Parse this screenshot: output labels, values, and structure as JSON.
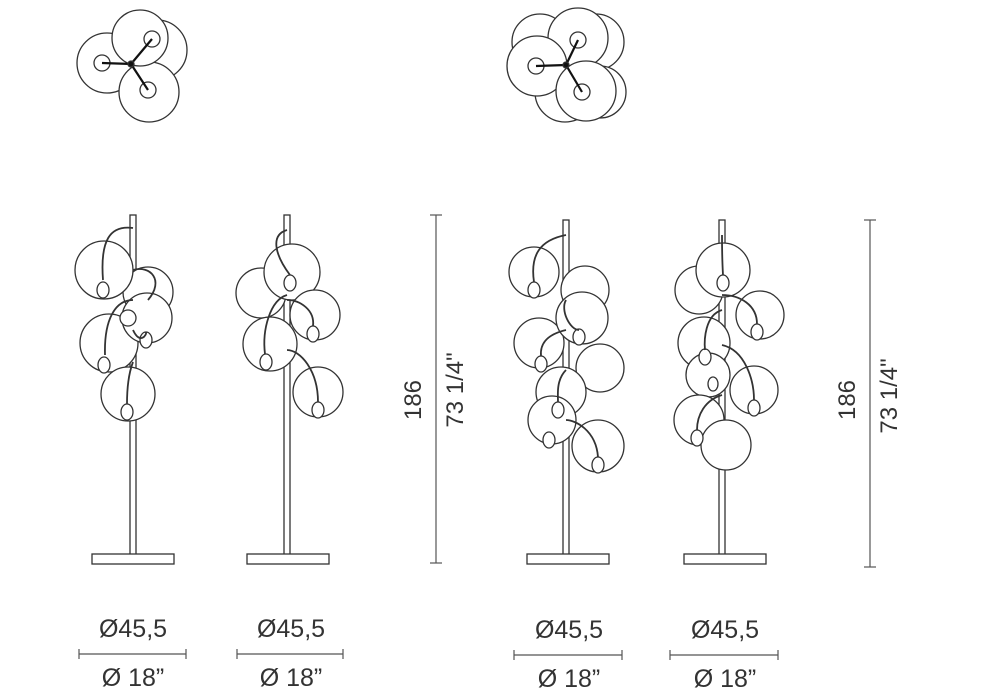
{
  "variants": [
    {
      "height_cm": "186",
      "height_in": "73 1/4\"",
      "lamps": [
        {
          "diameter_cm": "Ø45,5",
          "diameter_in": "Ø 18”"
        },
        {
          "diameter_cm": "Ø45,5",
          "diameter_in": "Ø 18”"
        }
      ]
    },
    {
      "height_cm": "186",
      "height_in": "73 1/4\"",
      "lamps": [
        {
          "diameter_cm": "Ø45,5",
          "diameter_in": "Ø 18”"
        },
        {
          "diameter_cm": "Ø45,5",
          "diameter_in": "Ø 18”"
        }
      ]
    }
  ],
  "colors": {
    "line": "#333333",
    "dim_line": "#555555",
    "globe_fill": "#ffffff"
  }
}
